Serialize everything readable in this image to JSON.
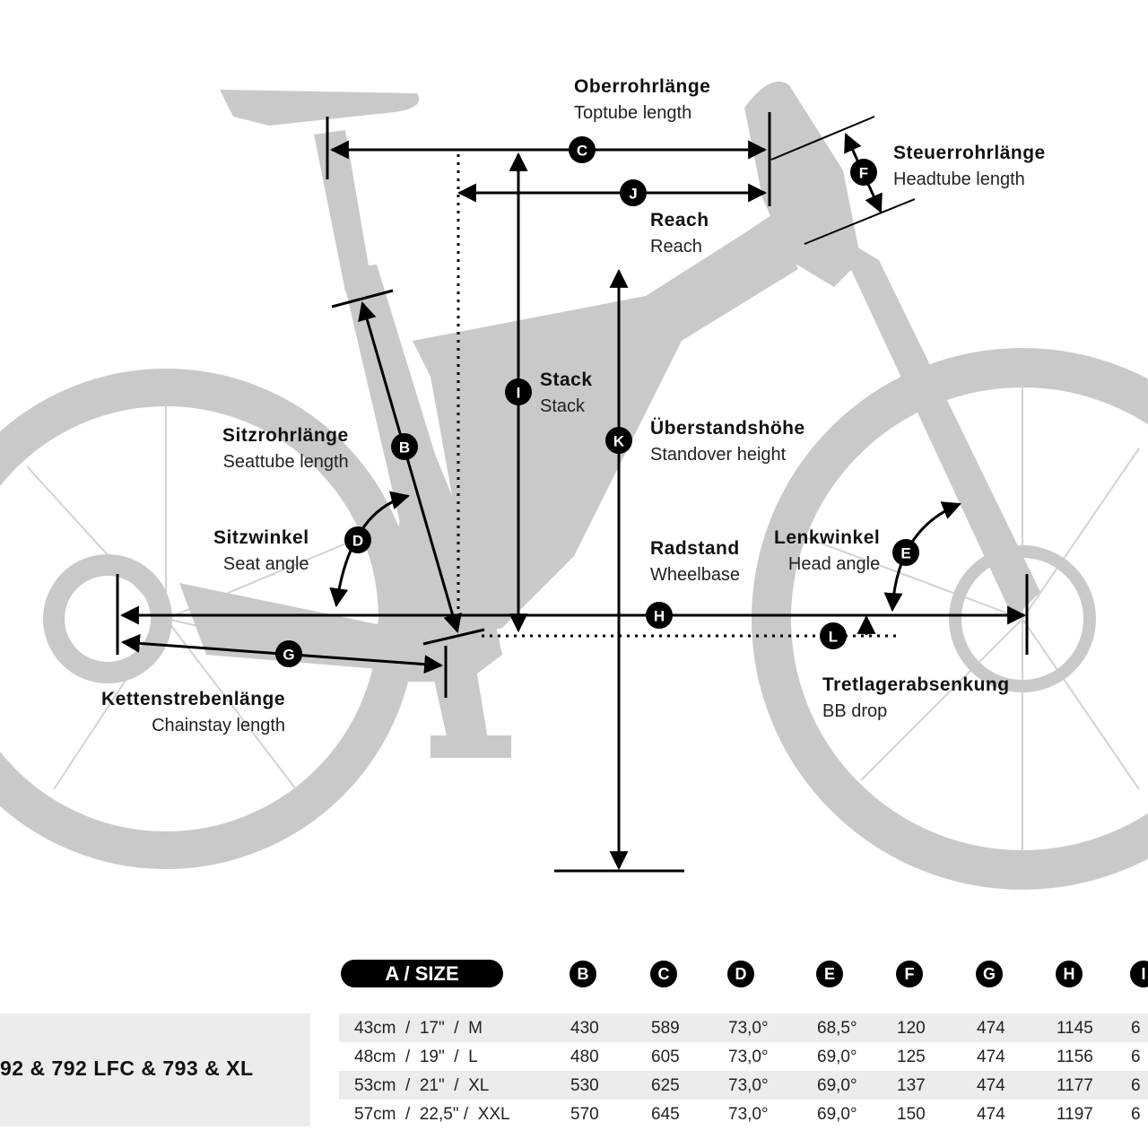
{
  "labels": {
    "oberrohr": {
      "de": "Oberrohrlänge",
      "en": "Toptube length"
    },
    "steuerrohr": {
      "de": "Steuerrohrlänge",
      "en": "Headtube length"
    },
    "reach": {
      "de": "Reach",
      "en": "Reach"
    },
    "stack": {
      "de": "Stack",
      "en": "Stack"
    },
    "ueberstand": {
      "de": "Überstandshöhe",
      "en": "Standover height"
    },
    "sitzrohr": {
      "de": "Sitzrohrlänge",
      "en": "Seattube length"
    },
    "sitzwinkel": {
      "de": "Sitzwinkel",
      "en": "Seat angle"
    },
    "radstand": {
      "de": "Radstand",
      "en": "Wheelbase"
    },
    "lenkwinkel": {
      "de": "Lenkwinkel",
      "en": "Head angle"
    },
    "kettenstrebe": {
      "de": "Kettenstrebenlänge",
      "en": "Chainstay length"
    },
    "tretlager": {
      "de": "Tretlagerabsenkung",
      "en": "BB drop"
    }
  },
  "markers": {
    "B": "B",
    "C": "C",
    "D": "D",
    "E": "E",
    "F": "F",
    "G": "G",
    "H": "H",
    "I": "I",
    "J": "J",
    "K": "K",
    "L": "L"
  },
  "colors": {
    "bike": "#c9c9c9",
    "ink": "#000000",
    "row_alt": "#ececec"
  },
  "table": {
    "model": "92 & 792 LFC & 793 & XL",
    "size_header": "A / SIZE",
    "columns": [
      "B",
      "C",
      "D",
      "E",
      "F",
      "G",
      "H",
      "I"
    ],
    "rows": [
      {
        "size": "43cm  /  17\"  /  M",
        "values": [
          "430",
          "589",
          "73,0°",
          "68,5°",
          "120",
          "474",
          "1145",
          "6"
        ]
      },
      {
        "size": "48cm  /  19\"  /  L",
        "values": [
          "480",
          "605",
          "73,0°",
          "69,0°",
          "125",
          "474",
          "1156",
          "6"
        ]
      },
      {
        "size": "53cm  /  21\"  /  XL",
        "values": [
          "530",
          "625",
          "73,0°",
          "69,0°",
          "137",
          "474",
          "1177",
          "6"
        ]
      },
      {
        "size": "57cm  /  22,5\" /  XXL",
        "values": [
          "570",
          "645",
          "73,0°",
          "69,0°",
          "150",
          "474",
          "1197",
          "6"
        ]
      }
    ]
  }
}
